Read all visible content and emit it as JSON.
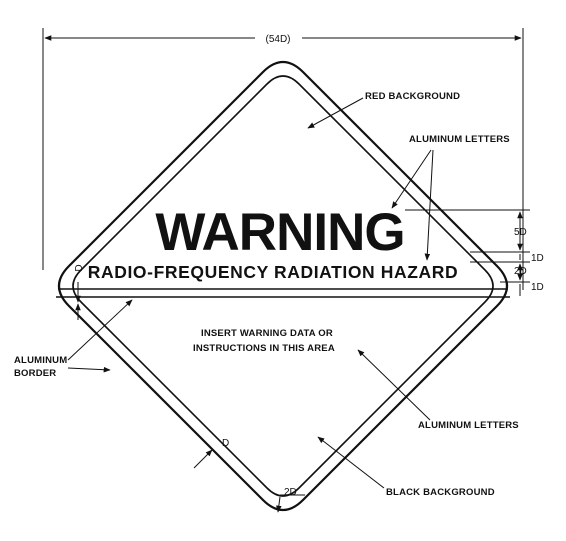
{
  "sign": {
    "title": "WARNING",
    "subtitle": "RADIO-FREQUENCY RADIATION HAZARD"
  },
  "labels": {
    "width_dim": "(54D)",
    "red_background": "RED BACKGROUND",
    "aluminum_letters_top": "ALUMINUM LETTERS",
    "insert_line1": "INSERT WARNING DATA OR",
    "insert_line2": "INSTRUCTIONS IN THIS AREA",
    "aluminum_border_line1": "ALUMINUM",
    "aluminum_border_line2": "BORDER",
    "aluminum_letters_bottom": "ALUMINUM LETTERS",
    "black_background": "BLACK BACKGROUND",
    "dim_5d": "5D",
    "dim_1d_a": "1D",
    "dim_2d": "2D",
    "dim_1d_b": "1D",
    "dim_d_left": "D",
    "dim_d_edge": "D",
    "dim_2d_corner": "2D"
  }
}
